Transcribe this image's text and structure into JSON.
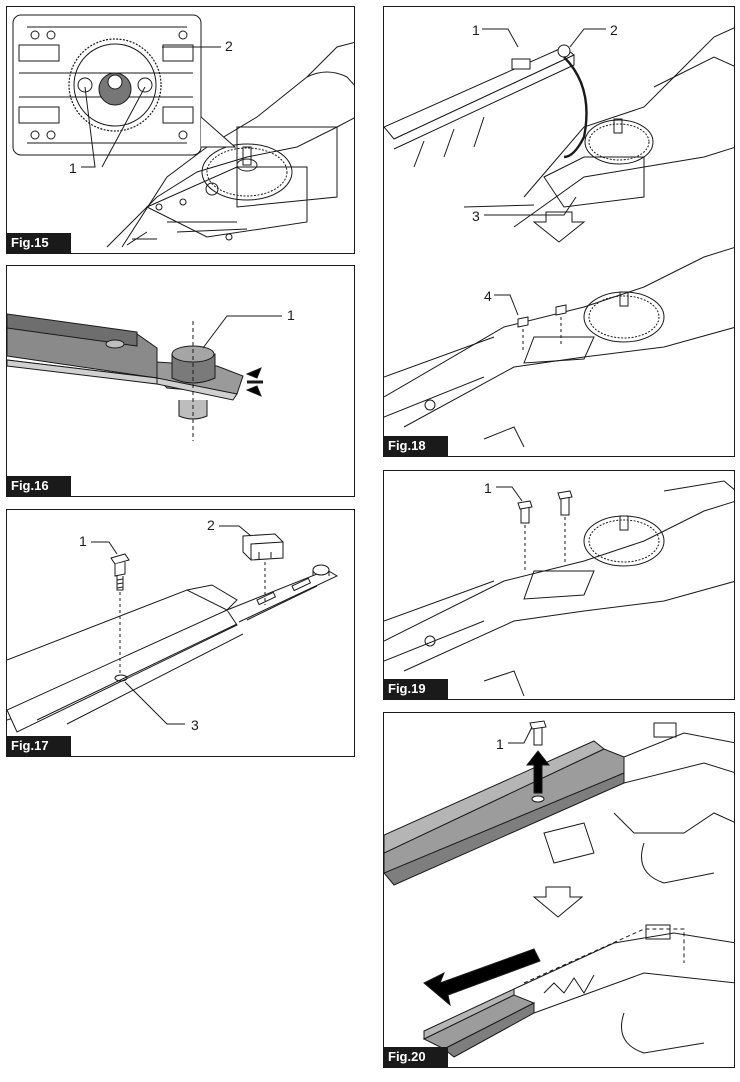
{
  "figures": [
    {
      "id": "fig15",
      "label": "Fig.15",
      "callouts": [
        "1",
        "2"
      ]
    },
    {
      "id": "fig16",
      "label": "Fig.16",
      "callouts": [
        "1"
      ]
    },
    {
      "id": "fig17",
      "label": "Fig.17",
      "callouts": [
        "1",
        "2",
        "3"
      ]
    },
    {
      "id": "fig18",
      "label": "Fig.18",
      "callouts": [
        "1",
        "2",
        "3",
        "4"
      ]
    },
    {
      "id": "fig19",
      "label": "Fig.19",
      "callouts": [
        "1"
      ]
    },
    {
      "id": "fig20",
      "label": "Fig.20",
      "callouts": [
        "1"
      ]
    }
  ]
}
